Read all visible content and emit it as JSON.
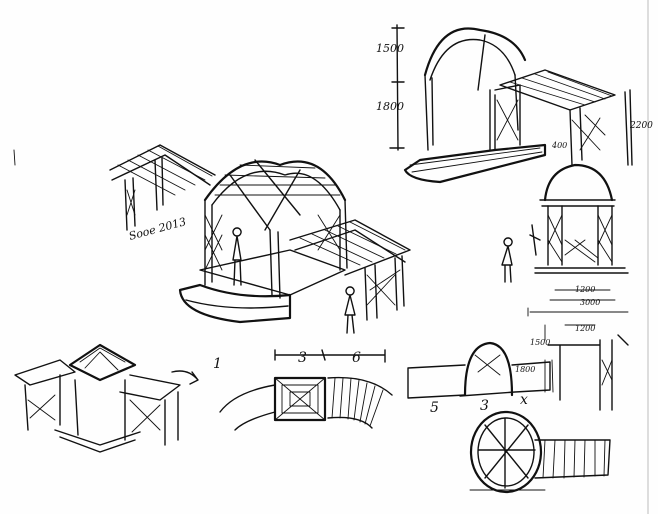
{
  "sheet": {
    "ink_color": "#111111",
    "paper_color": "#fefefe",
    "signature": "Sooe 2013",
    "dimensions": {
      "arch_height": "1500",
      "wall_height": "1800",
      "base_height": "400",
      "pergola_height": "2200",
      "width_upper": "1200",
      "width_total": "3000",
      "elev_width": "1200",
      "elev_height": "1800",
      "elev_top": "1500"
    },
    "plan_labels": {
      "arrow_num": "1",
      "seg_a": "3",
      "seg_b": "6",
      "elev_a": "5",
      "elev_b": "3",
      "elev_c": "x"
    }
  }
}
